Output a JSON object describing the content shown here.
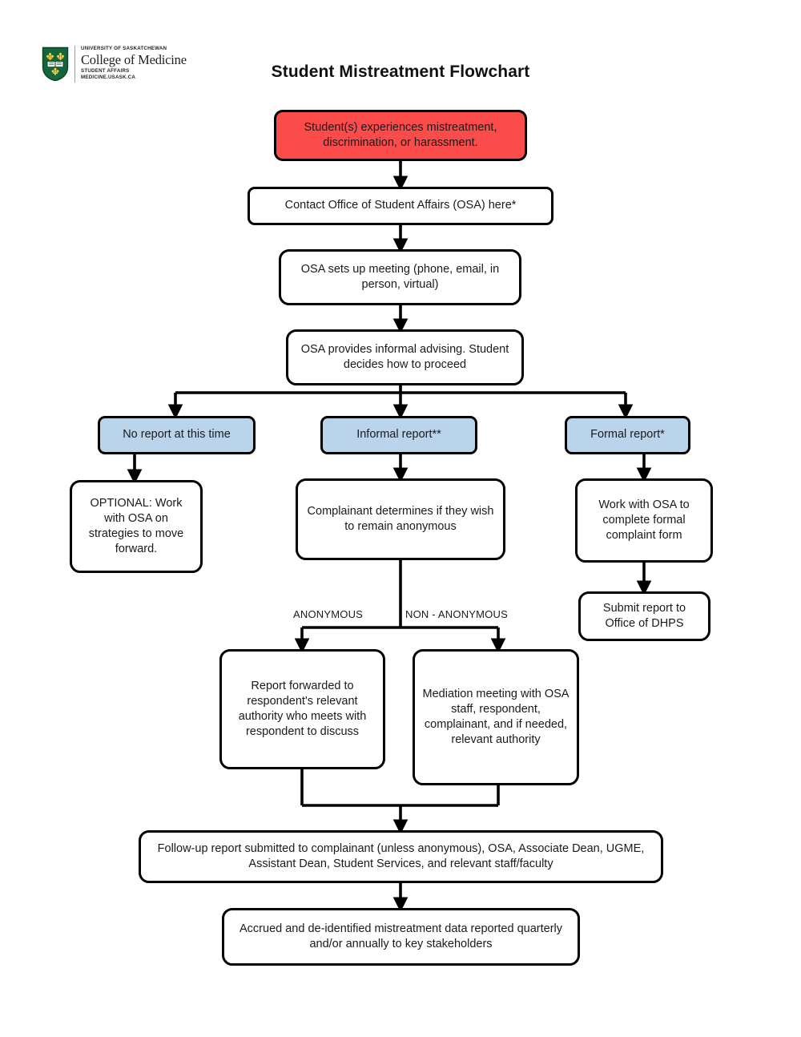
{
  "header": {
    "logo": {
      "icon": "usask-shield-icon",
      "university_line": "UNIVERSITY OF SASKATCHEWAN",
      "college_line": "College of Medicine",
      "unit_line": "STUDENT AFFAIRS",
      "url_line": "MEDICINE.USASK.CA"
    },
    "title": "Student Mistreatment Flowchart"
  },
  "colors": {
    "start_fill": "#fb4b4b",
    "decision_fill": "#bad4ec",
    "default_fill": "#ffffff",
    "stroke": "#000000"
  },
  "nodes": {
    "start": "Student(s) experiences mistreatment, discrimination, or harassment.",
    "contact_osa": "Contact Office of Student Affairs (OSA) here*",
    "osa_meeting": "OSA sets up meeting (phone, email, in person, virtual)",
    "osa_advising": "OSA provides informal advising. Student decides how to proceed",
    "no_report": "No report at this time",
    "informal_report": "Informal report**",
    "formal_report": "Formal report*",
    "optional_strategies": "OPTIONAL: Work with OSA on strategies to move forward.",
    "complainant_anonymity": "Complainant determines if they wish to remain anonymous",
    "work_with_osa_form": "Work with OSA to complete formal complaint form",
    "submit_dhps": "Submit report to Office of DHPS",
    "report_forwarded": "Report forwarded to respondent's relevant authority who meets with respondent to discuss",
    "mediation_meeting": "Mediation meeting with OSA staff, respondent, complainant, and if needed, relevant authority",
    "follow_up_report": "Follow-up report submitted to complainant (unless anonymous), OSA, Associate Dean, UGME, Assistant Dean, Student Services, and relevant staff/faculty",
    "accrued_data": "Accrued and de-identified mistreatment data reported quarterly and/or annually to key stakeholders"
  },
  "edge_labels": {
    "anonymous": "ANONYMOUS",
    "non_anonymous": "NON - ANONYMOUS"
  }
}
